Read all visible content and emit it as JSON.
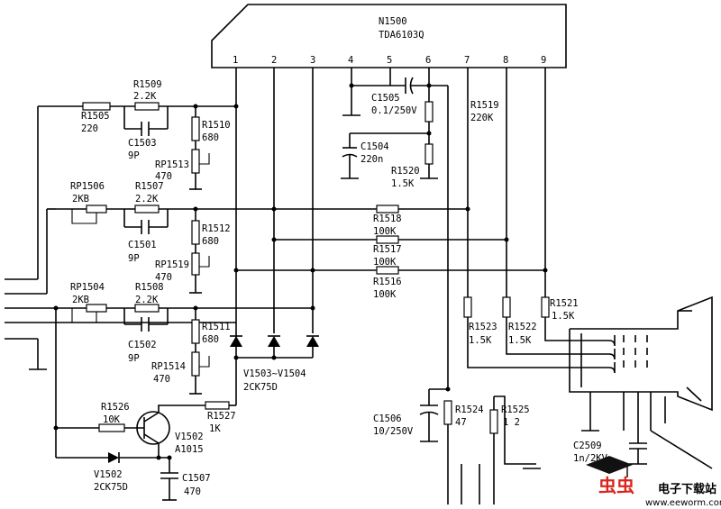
{
  "ic": {
    "name": "N1500",
    "part": "TDA6103Q",
    "pins": [
      "1",
      "2",
      "3",
      "4",
      "5",
      "6",
      "7",
      "8",
      "9"
    ]
  },
  "components": {
    "r1505": {
      "ref": "R1505",
      "val": "220"
    },
    "r1509": {
      "ref": "R1509",
      "val": "2.2K"
    },
    "c1503": {
      "ref": "C1503",
      "val": "9P"
    },
    "r1510": {
      "ref": "R1510",
      "val": "680"
    },
    "rp1513": {
      "ref": "RP1513",
      "val": "470"
    },
    "rp1506": {
      "ref": "RP1506",
      "val": "2KB"
    },
    "r1507": {
      "ref": "R1507",
      "val": "2.2K"
    },
    "c1501": {
      "ref": "C1501",
      "val": "9P"
    },
    "r1512": {
      "ref": "R1512",
      "val": "680"
    },
    "rp1519": {
      "ref": "RP1519",
      "val": "470"
    },
    "rp1504": {
      "ref": "RP1504",
      "val": "2KB"
    },
    "r1508": {
      "ref": "R1508",
      "val": "2.2K"
    },
    "c1502": {
      "ref": "C1502",
      "val": "9P"
    },
    "r1511": {
      "ref": "R1511",
      "val": "680"
    },
    "rp1514": {
      "ref": "RP1514",
      "val": "470"
    },
    "c1505": {
      "ref": "C1505",
      "val": "0.1/250V"
    },
    "c1504": {
      "ref": "C1504",
      "val": "220n"
    },
    "r1520": {
      "ref": "R1520",
      "val": "1.5K"
    },
    "r1519": {
      "ref": "R1519",
      "val": "220K"
    },
    "r1518": {
      "ref": "R1518",
      "val": "100K"
    },
    "r1517": {
      "ref": "R1517",
      "val": "100K"
    },
    "r1516": {
      "ref": "R1516",
      "val": "100K"
    },
    "r1523": {
      "ref": "R1523",
      "val": "1.5K"
    },
    "r1522": {
      "ref": "R1522",
      "val": "1.5K"
    },
    "r1521": {
      "ref": "R1521",
      "val": "1.5K"
    },
    "diodes": {
      "ref": "V1503~V1504",
      "val": "2CK75D"
    },
    "r1526": {
      "ref": "R1526",
      "val": "10K"
    },
    "v1502t": {
      "ref": "V1502",
      "val": "A1015"
    },
    "r1527": {
      "ref": "R1527",
      "val": "1K"
    },
    "v1502d": {
      "ref": "V1502",
      "val": "2CK75D"
    },
    "c1507": {
      "ref": "C1507",
      "val": "470"
    },
    "c1506": {
      "ref": "C1506",
      "val": "10/250V"
    },
    "r1524": {
      "ref": "R1524",
      "val": "47"
    },
    "r1525": {
      "ref": "R1525",
      "val": "1 2"
    },
    "c2509": {
      "ref": "C2509",
      "val": "1n/2KV"
    }
  },
  "watermark": {
    "cn": "电子下载站",
    "url": "www.eeworm.com",
    "logo": "虫虫"
  }
}
